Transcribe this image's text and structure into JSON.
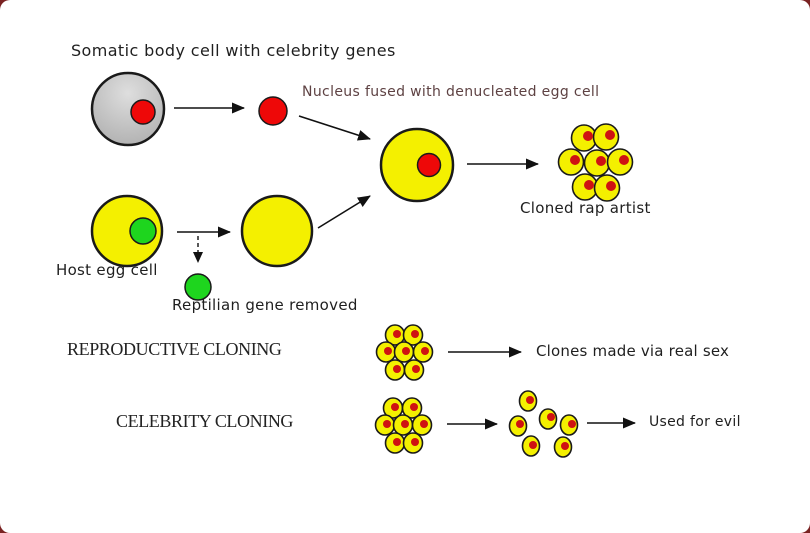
{
  "labels": {
    "title": "Somatic body cell with celebrity genes",
    "nucleus_fused": "Nucleus fused with denucleated egg cell",
    "host_egg": "Host egg cell",
    "reptilian": "Reptilian gene removed",
    "cloned_rap": "Cloned rap artist",
    "reproductive": "REPRODUCTIVE CLONING",
    "celebrity": "CELEBRITY CLONING",
    "clones_sex": "Clones made via real sex",
    "used_evil": "Used for evil"
  },
  "colors": {
    "cell_yellow": "#f4f000",
    "nucleus_red": "#ee0808",
    "clone_dot_red": "#cf1212",
    "gene_green": "#1ed51e",
    "somatic_gray_light": "#dedede",
    "somatic_gray_dark": "#aeaeae",
    "cell_outline": "#1a1a1a",
    "arrow_black": "#111111",
    "label_dark": "#1f1f1f",
    "label_maroon": "#5e4243",
    "corner_accent": "#7a2222",
    "background": "#ffffff"
  }
}
